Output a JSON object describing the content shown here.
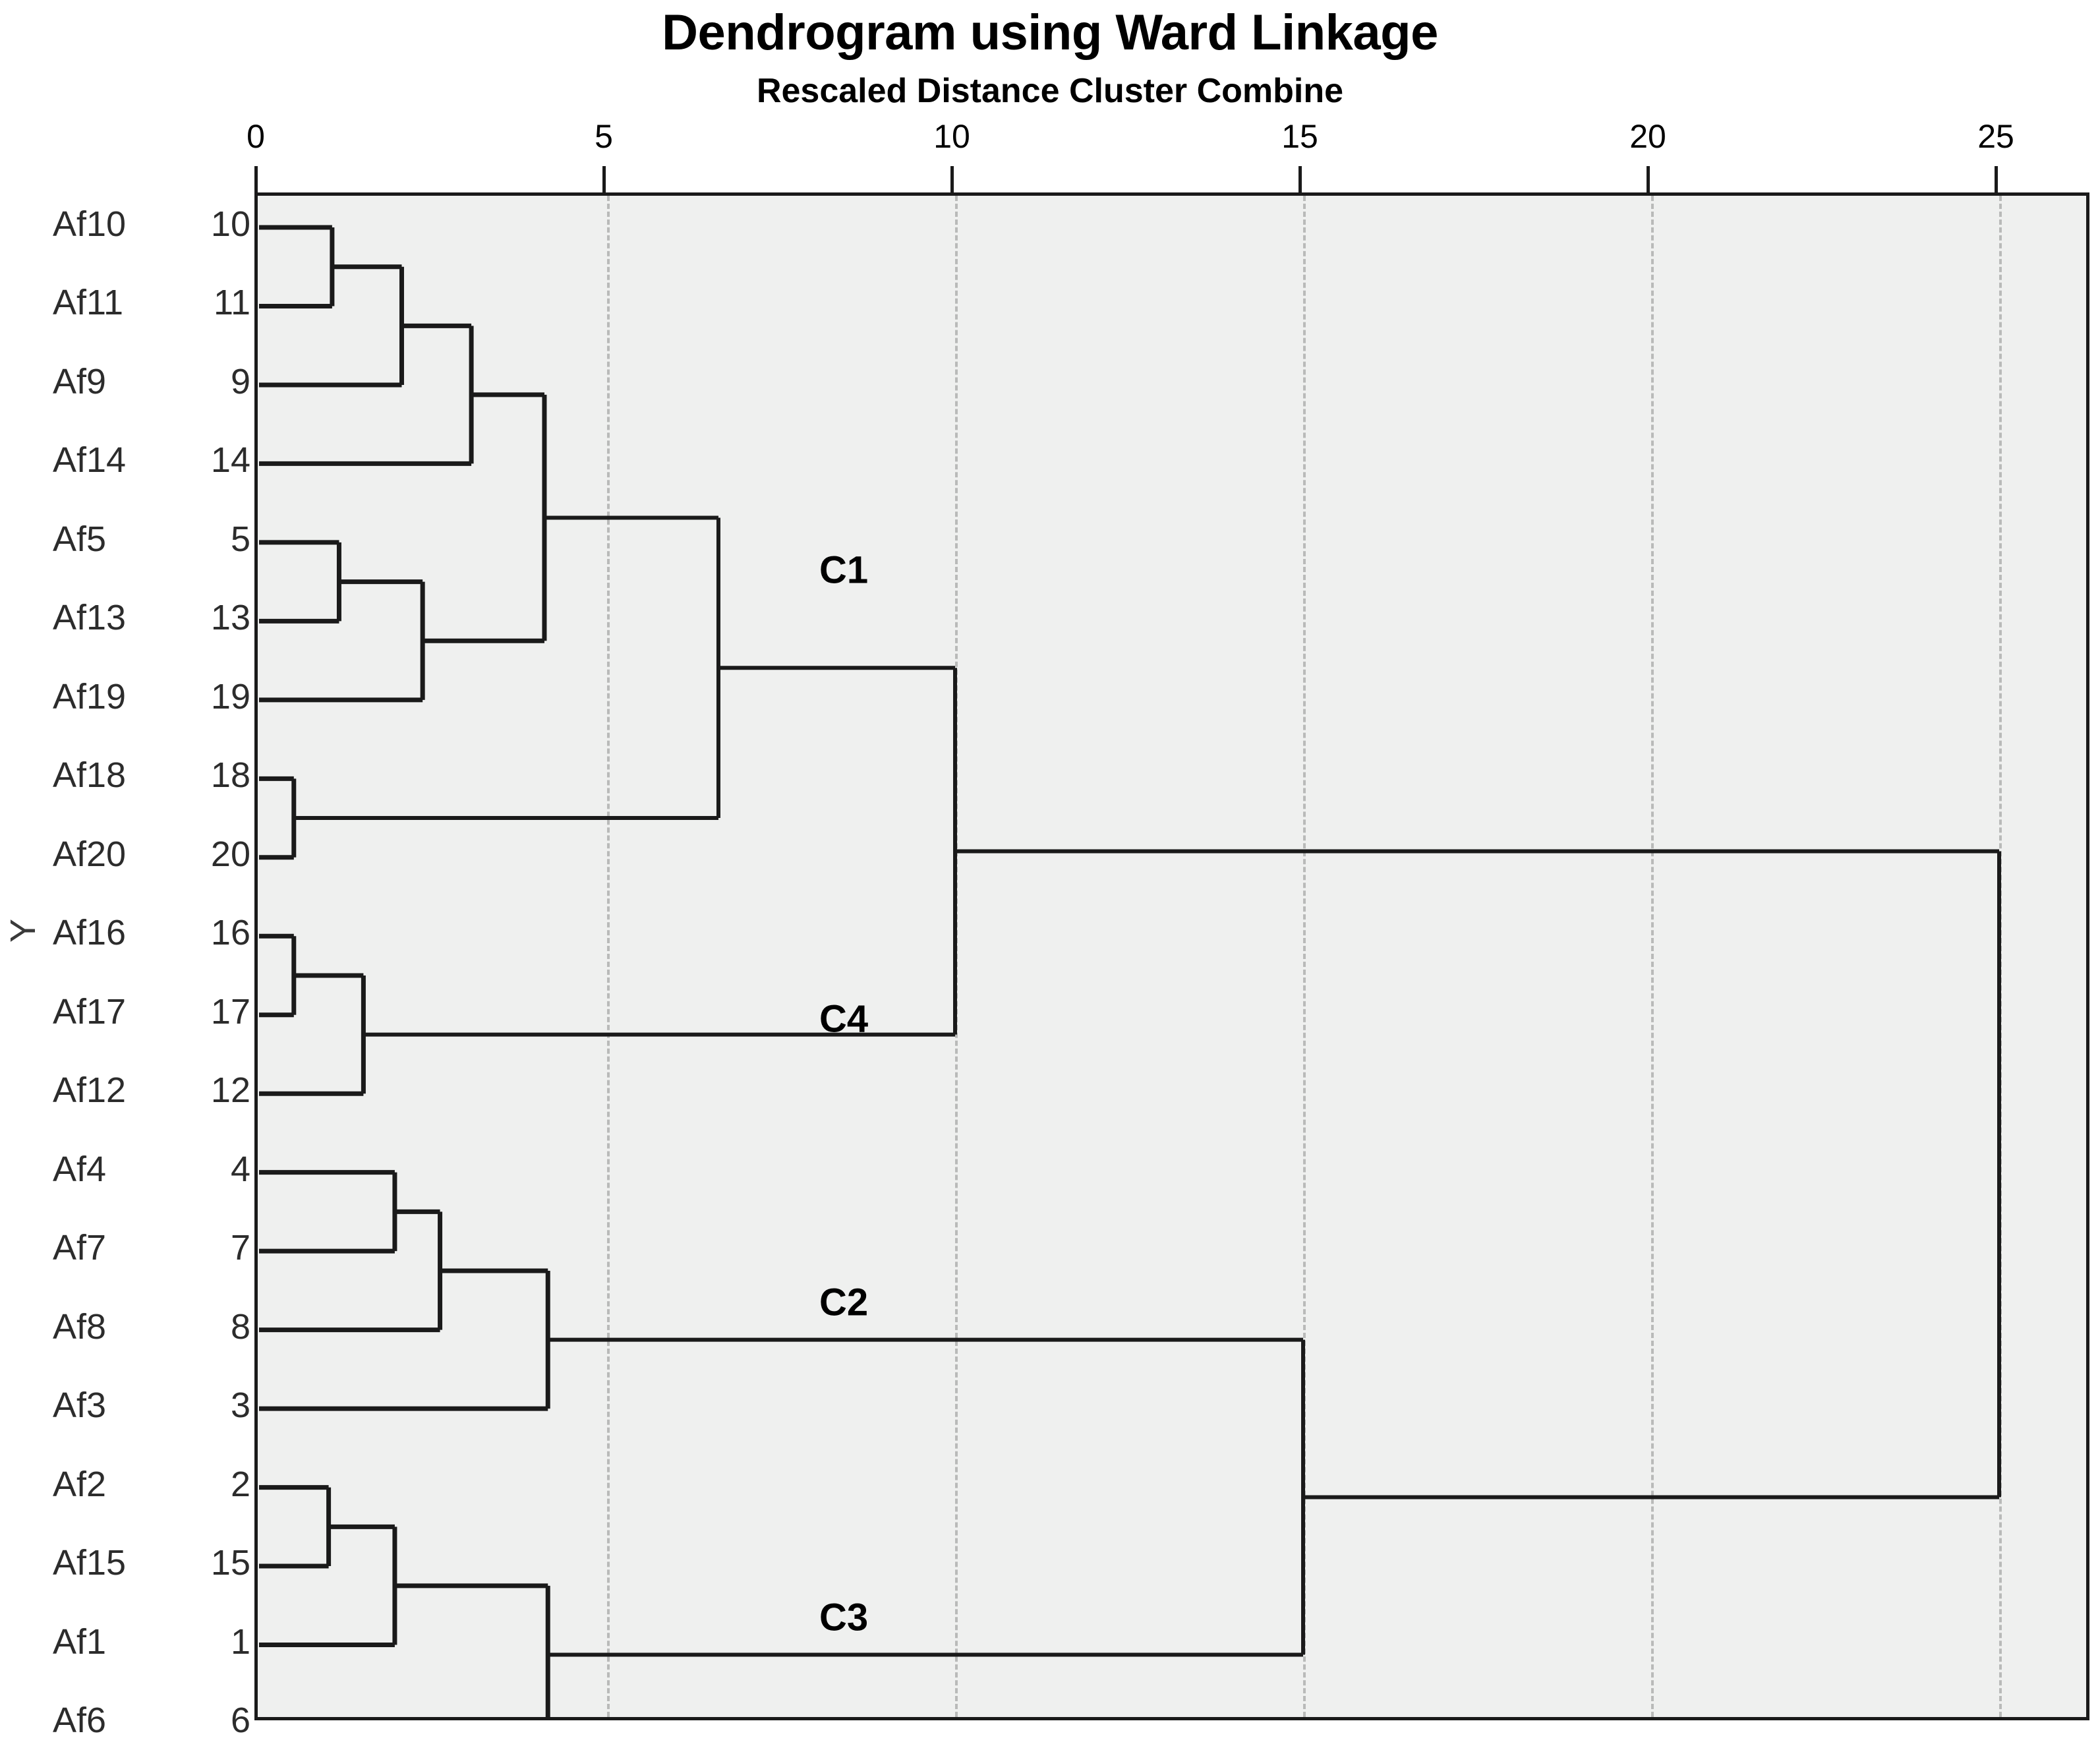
{
  "title": "Dendrogram using Ward Linkage",
  "subtitle": "Rescaled Distance Cluster Combine",
  "y_axis_label": "Y",
  "colors": {
    "plot_background": "#eff0ef",
    "line": "#1a1a1a",
    "gridline": "#b9bab9",
    "text": "#000000"
  },
  "chart_data": {
    "type": "dendrogram",
    "title": "Dendrogram using Ward Linkage",
    "subtitle": "Rescaled Distance Cluster Combine",
    "xlabel": "Rescaled Distance Cluster Combine",
    "ylabel": "Y",
    "xlim": [
      0,
      25
    ],
    "xticks": [
      0,
      5,
      10,
      15,
      20,
      25
    ],
    "xtick_labels": [
      "0",
      "5",
      "10",
      "15",
      "20",
      "25"
    ],
    "grid": "vertical-dashed",
    "linkage": "ward",
    "leaves": [
      {
        "label": "Af10",
        "num": "10"
      },
      {
        "label": "Af11",
        "num": "11"
      },
      {
        "label": "Af9",
        "num": "9"
      },
      {
        "label": "Af14",
        "num": "14"
      },
      {
        "label": "Af5",
        "num": "5"
      },
      {
        "label": "Af13",
        "num": "13"
      },
      {
        "label": "Af19",
        "num": "19"
      },
      {
        "label": "Af18",
        "num": "18"
      },
      {
        "label": "Af20",
        "num": "20"
      },
      {
        "label": "Af16",
        "num": "16"
      },
      {
        "label": "Af17",
        "num": "17"
      },
      {
        "label": "Af12",
        "num": "12"
      },
      {
        "label": "Af4",
        "num": "4"
      },
      {
        "label": "Af7",
        "num": "7"
      },
      {
        "label": "Af8",
        "num": "8"
      },
      {
        "label": "Af3",
        "num": "3"
      },
      {
        "label": "Af2",
        "num": "2"
      },
      {
        "label": "Af15",
        "num": "15"
      },
      {
        "label": "Af1",
        "num": "1"
      },
      {
        "label": "Af6",
        "num": "6"
      }
    ],
    "merges": [
      {
        "id": "m1",
        "left": {
          "leaf": 0
        },
        "right": {
          "leaf": 1
        },
        "distance": 1.05
      },
      {
        "id": "m2",
        "left": {
          "node": "m1"
        },
        "right": {
          "leaf": 2
        },
        "distance": 2.05
      },
      {
        "id": "m3",
        "left": {
          "node": "m2"
        },
        "right": {
          "leaf": 3
        },
        "distance": 3.05
      },
      {
        "id": "m4",
        "left": {
          "leaf": 4
        },
        "right": {
          "leaf": 5
        },
        "distance": 1.15
      },
      {
        "id": "m5",
        "left": {
          "node": "m4"
        },
        "right": {
          "leaf": 6
        },
        "distance": 2.35
      },
      {
        "id": "m6",
        "left": {
          "node": "m3"
        },
        "right": {
          "node": "m5"
        },
        "distance": 4.1
      },
      {
        "id": "m7",
        "left": {
          "leaf": 7
        },
        "right": {
          "leaf": 8
        },
        "distance": 0.5
      },
      {
        "id": "m8",
        "left": {
          "node": "m6"
        },
        "right": {
          "node": "m7"
        },
        "distance": 6.6
      },
      {
        "id": "m9",
        "left": {
          "leaf": 9
        },
        "right": {
          "leaf": 10
        },
        "distance": 0.5
      },
      {
        "id": "m10",
        "left": {
          "node": "m9"
        },
        "right": {
          "leaf": 11
        },
        "distance": 1.5
      },
      {
        "id": "m11",
        "left": {
          "node": "m8"
        },
        "right": {
          "node": "m10"
        },
        "distance": 10.0
      },
      {
        "id": "m12",
        "left": {
          "leaf": 12
        },
        "right": {
          "leaf": 13
        },
        "distance": 1.95
      },
      {
        "id": "m13",
        "left": {
          "node": "m12"
        },
        "right": {
          "leaf": 14
        },
        "distance": 2.6
      },
      {
        "id": "m14",
        "left": {
          "node": "m13"
        },
        "right": {
          "leaf": 15
        },
        "distance": 4.15
      },
      {
        "id": "m15",
        "left": {
          "leaf": 16
        },
        "right": {
          "leaf": 17
        },
        "distance": 1.0
      },
      {
        "id": "m16",
        "left": {
          "node": "m15"
        },
        "right": {
          "leaf": 18
        },
        "distance": 1.95
      },
      {
        "id": "m17",
        "left": {
          "node": "m16"
        },
        "right": {
          "leaf": 19
        },
        "distance": 4.15
      },
      {
        "id": "m18",
        "left": {
          "node": "m14"
        },
        "right": {
          "node": "m17"
        },
        "distance": 15.0
      },
      {
        "id": "m19",
        "left": {
          "node": "m11"
        },
        "right": {
          "node": "m18"
        },
        "distance": 25.0
      }
    ],
    "cluster_labels": [
      {
        "text": "C1",
        "distance": 8.4,
        "leaf_index": 4.35
      },
      {
        "text": "C4",
        "distance": 8.4,
        "leaf_index": 10.05
      },
      {
        "text": "C2",
        "distance": 8.4,
        "leaf_index": 13.65
      },
      {
        "text": "C3",
        "distance": 8.4,
        "leaf_index": 17.65
      }
    ]
  }
}
